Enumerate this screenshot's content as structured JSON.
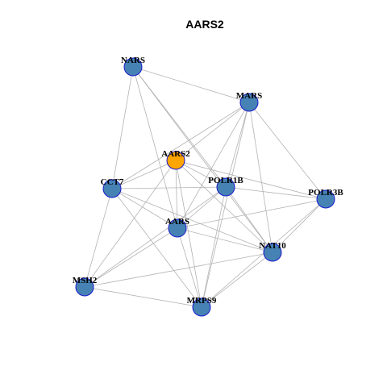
{
  "title": "AARS2",
  "colors": {
    "node_fill": "#4682b4",
    "node_stroke": "#1f2fcc",
    "highlight_fill": "#ffa500",
    "edge": "#b3b3b3"
  },
  "nodes": [
    {
      "id": "AARS2",
      "label": "AARS2",
      "highlight": true
    },
    {
      "id": "NARS",
      "label": "NARS",
      "highlight": false
    },
    {
      "id": "MARS",
      "label": "MARS",
      "highlight": false
    },
    {
      "id": "CCT7",
      "label": "CCT7",
      "highlight": false
    },
    {
      "id": "POLR1B",
      "label": "POLR1B",
      "highlight": false
    },
    {
      "id": "POLR3B",
      "label": "POLR3B",
      "highlight": false
    },
    {
      "id": "AARS",
      "label": "AARS",
      "highlight": false
    },
    {
      "id": "NAT10",
      "label": "NAT10",
      "highlight": false
    },
    {
      "id": "MSH2",
      "label": "MSH2",
      "highlight": false
    },
    {
      "id": "MRPS9",
      "label": "MRPS9",
      "highlight": false
    }
  ],
  "edges": [
    [
      "NARS",
      "MARS"
    ],
    [
      "NARS",
      "CCT7"
    ],
    [
      "NARS",
      "AARS"
    ],
    [
      "NARS",
      "POLR1B"
    ],
    [
      "NARS",
      "NAT10"
    ],
    [
      "MARS",
      "AARS2"
    ],
    [
      "MARS",
      "CCT7"
    ],
    [
      "MARS",
      "POLR1B"
    ],
    [
      "MARS",
      "AARS"
    ],
    [
      "MARS",
      "NAT10"
    ],
    [
      "MARS",
      "POLR3B"
    ],
    [
      "MARS",
      "MRPS9"
    ],
    [
      "AARS2",
      "CCT7"
    ],
    [
      "AARS2",
      "POLR1B"
    ],
    [
      "AARS2",
      "AARS"
    ],
    [
      "AARS2",
      "POLR3B"
    ],
    [
      "AARS2",
      "NAT10"
    ],
    [
      "AARS2",
      "MSH2"
    ],
    [
      "AARS2",
      "MRPS9"
    ],
    [
      "CCT7",
      "POLR1B"
    ],
    [
      "CCT7",
      "AARS"
    ],
    [
      "CCT7",
      "MSH2"
    ],
    [
      "CCT7",
      "NAT10"
    ],
    [
      "CCT7",
      "MRPS9"
    ],
    [
      "POLR1B",
      "AARS"
    ],
    [
      "POLR1B",
      "POLR3B"
    ],
    [
      "POLR1B",
      "NAT10"
    ],
    [
      "POLR1B",
      "MRPS9"
    ],
    [
      "POLR1B",
      "MSH2"
    ],
    [
      "POLR3B",
      "AARS"
    ],
    [
      "POLR3B",
      "NAT10"
    ],
    [
      "POLR3B",
      "MRPS9"
    ],
    [
      "AARS",
      "NAT10"
    ],
    [
      "AARS",
      "MSH2"
    ],
    [
      "AARS",
      "MRPS9"
    ],
    [
      "NAT10",
      "MRPS9"
    ],
    [
      "NAT10",
      "MSH2"
    ],
    [
      "MSH2",
      "MRPS9"
    ]
  ]
}
